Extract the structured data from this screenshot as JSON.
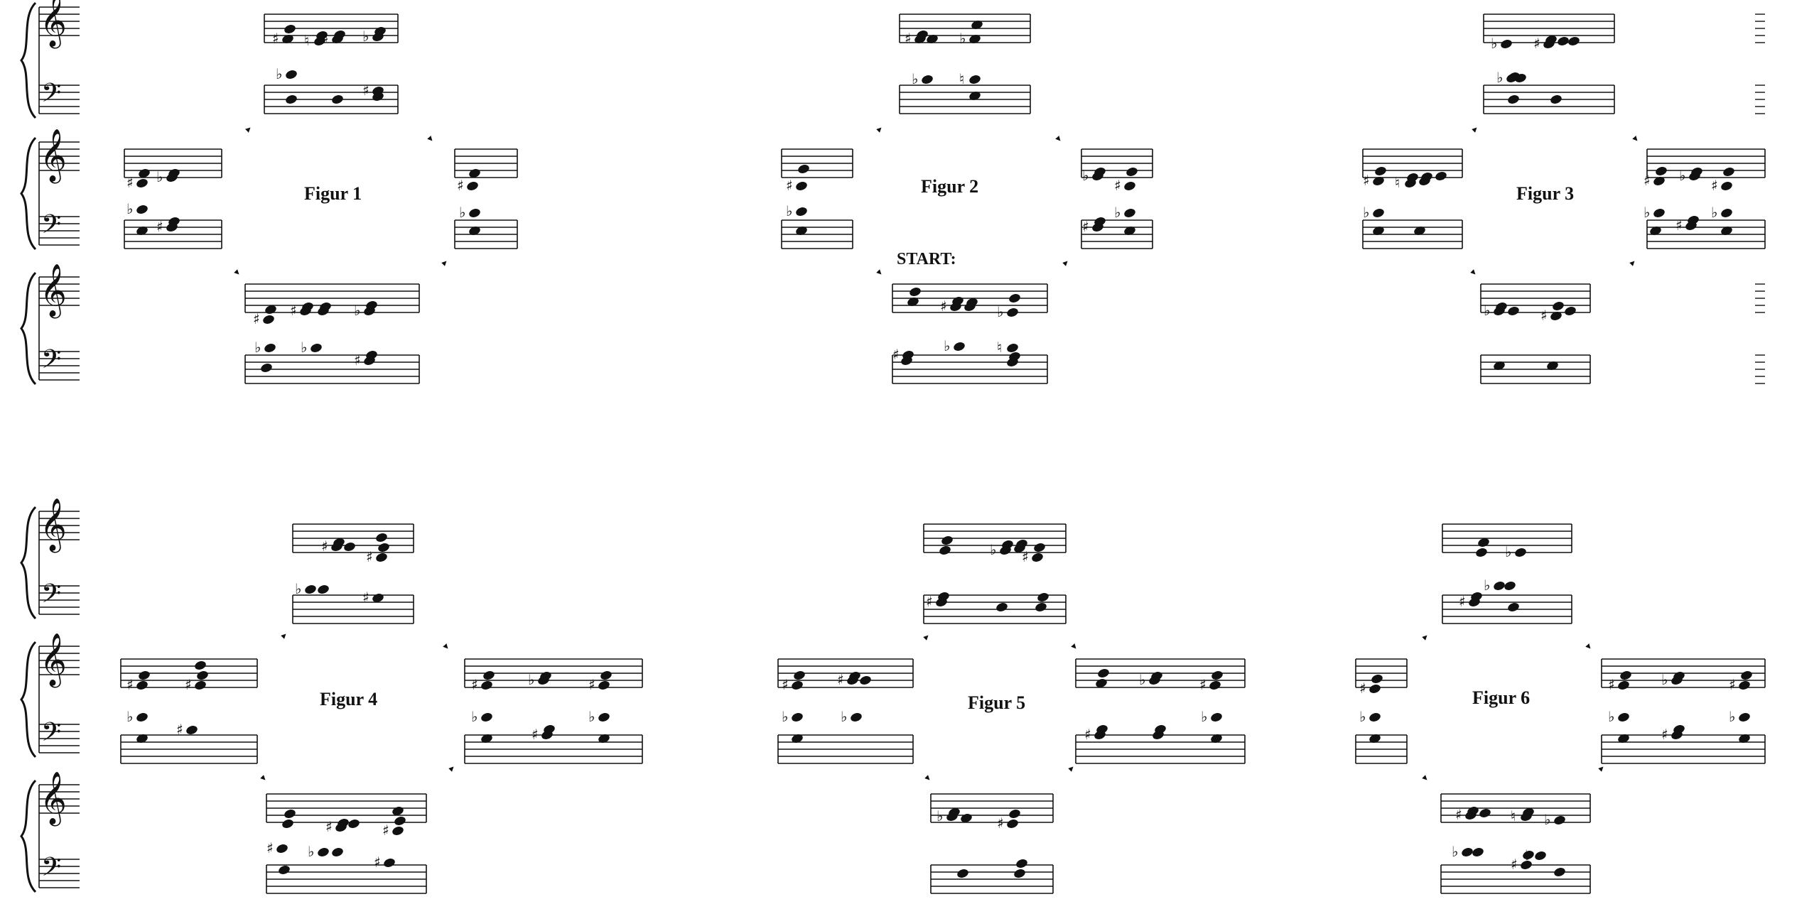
{
  "figures": [
    {
      "id": 1,
      "label": "Figur 1"
    },
    {
      "id": 2,
      "label": "Figur 2",
      "start_label": "START:"
    },
    {
      "id": 3,
      "label": "Figur 3"
    },
    {
      "id": 4,
      "label": "Figur 4"
    },
    {
      "id": 5,
      "label": "Figur 5"
    },
    {
      "id": 6,
      "label": "Figur 6"
    }
  ],
  "colors": {
    "ink": "#111111",
    "background": "#ffffff"
  },
  "icons": [
    "treble-clef-icon",
    "bass-clef-icon",
    "brace-icon",
    "arrow-icon",
    "sharp-icon",
    "flat-icon",
    "natural-icon"
  ]
}
